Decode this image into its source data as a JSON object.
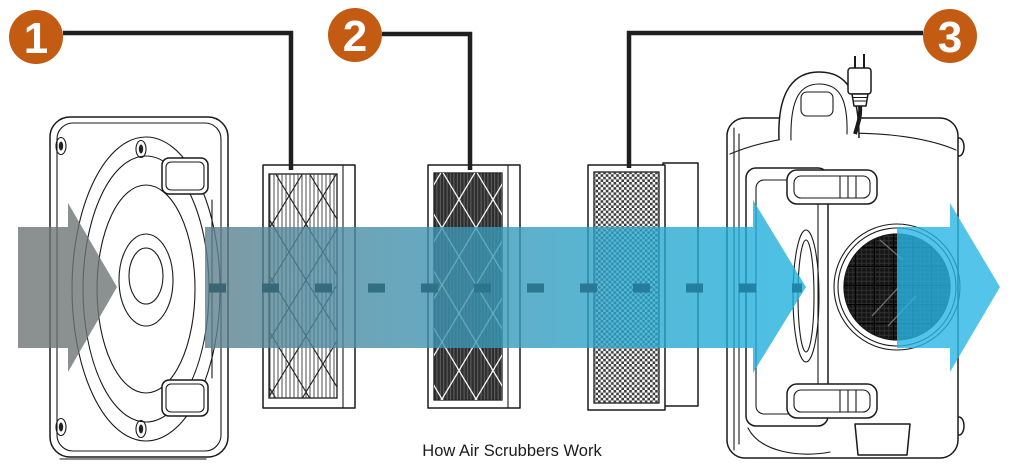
{
  "title": "How Air Scrubbers Work",
  "callouts": [
    {
      "number": "1"
    },
    {
      "number": "2"
    },
    {
      "number": "3"
    }
  ],
  "colors": {
    "callout_badge": "#C35B12",
    "callout_number": "#FFFFFF",
    "line_art": "#1A1A1A",
    "intake_air_gray": "#8A9190",
    "airflow_start": "#99ADB4",
    "airflow_end": "#49B9E0",
    "clean_air_cyan": "#55C4EA",
    "dash_centerline": "#2E8EB3"
  },
  "components": [
    {
      "name": "intake-blower-unit"
    },
    {
      "name": "filter-stage-1"
    },
    {
      "name": "filter-stage-2"
    },
    {
      "name": "filter-stage-3"
    },
    {
      "name": "air-scrubber-unit"
    },
    {
      "name": "power-plug"
    },
    {
      "name": "airflow-arrow"
    }
  ]
}
